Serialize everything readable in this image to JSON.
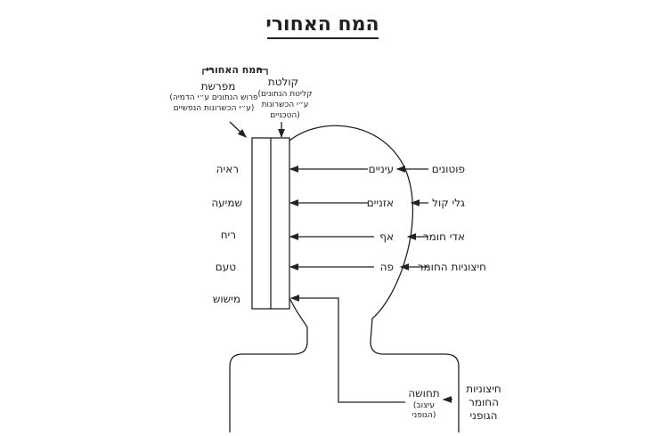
{
  "title": "המח האחורי",
  "brain_label": "המח האחורי",
  "interpreter": {
    "label": "מפרשת",
    "lines": [
      "(פרוש הנתונים ע״י הדמיה",
      "ע״י הכשרונות הנפשיים)"
    ]
  },
  "receiver": {
    "label": "קולטת",
    "lines": [
      "(קליטת הנתונים",
      "ע״י הכשרונות",
      "הטכניים)"
    ]
  },
  "senses": [
    "ראיה",
    "שמיעה",
    "ריח",
    "טעם",
    "מישוש"
  ],
  "organs": [
    "עיניים",
    "אזניים",
    "אף",
    "פה"
  ],
  "stimuli": [
    "פוטונים",
    "גלי קול",
    "אדי חומר",
    "חיצוניות החומר"
  ],
  "touch": {
    "label": "תחושה",
    "lines": [
      "(עיצוב",
      "הגופני)"
    ]
  },
  "body_stimulus": [
    "חיצוניות",
    "החומר",
    "הגופני"
  ]
}
